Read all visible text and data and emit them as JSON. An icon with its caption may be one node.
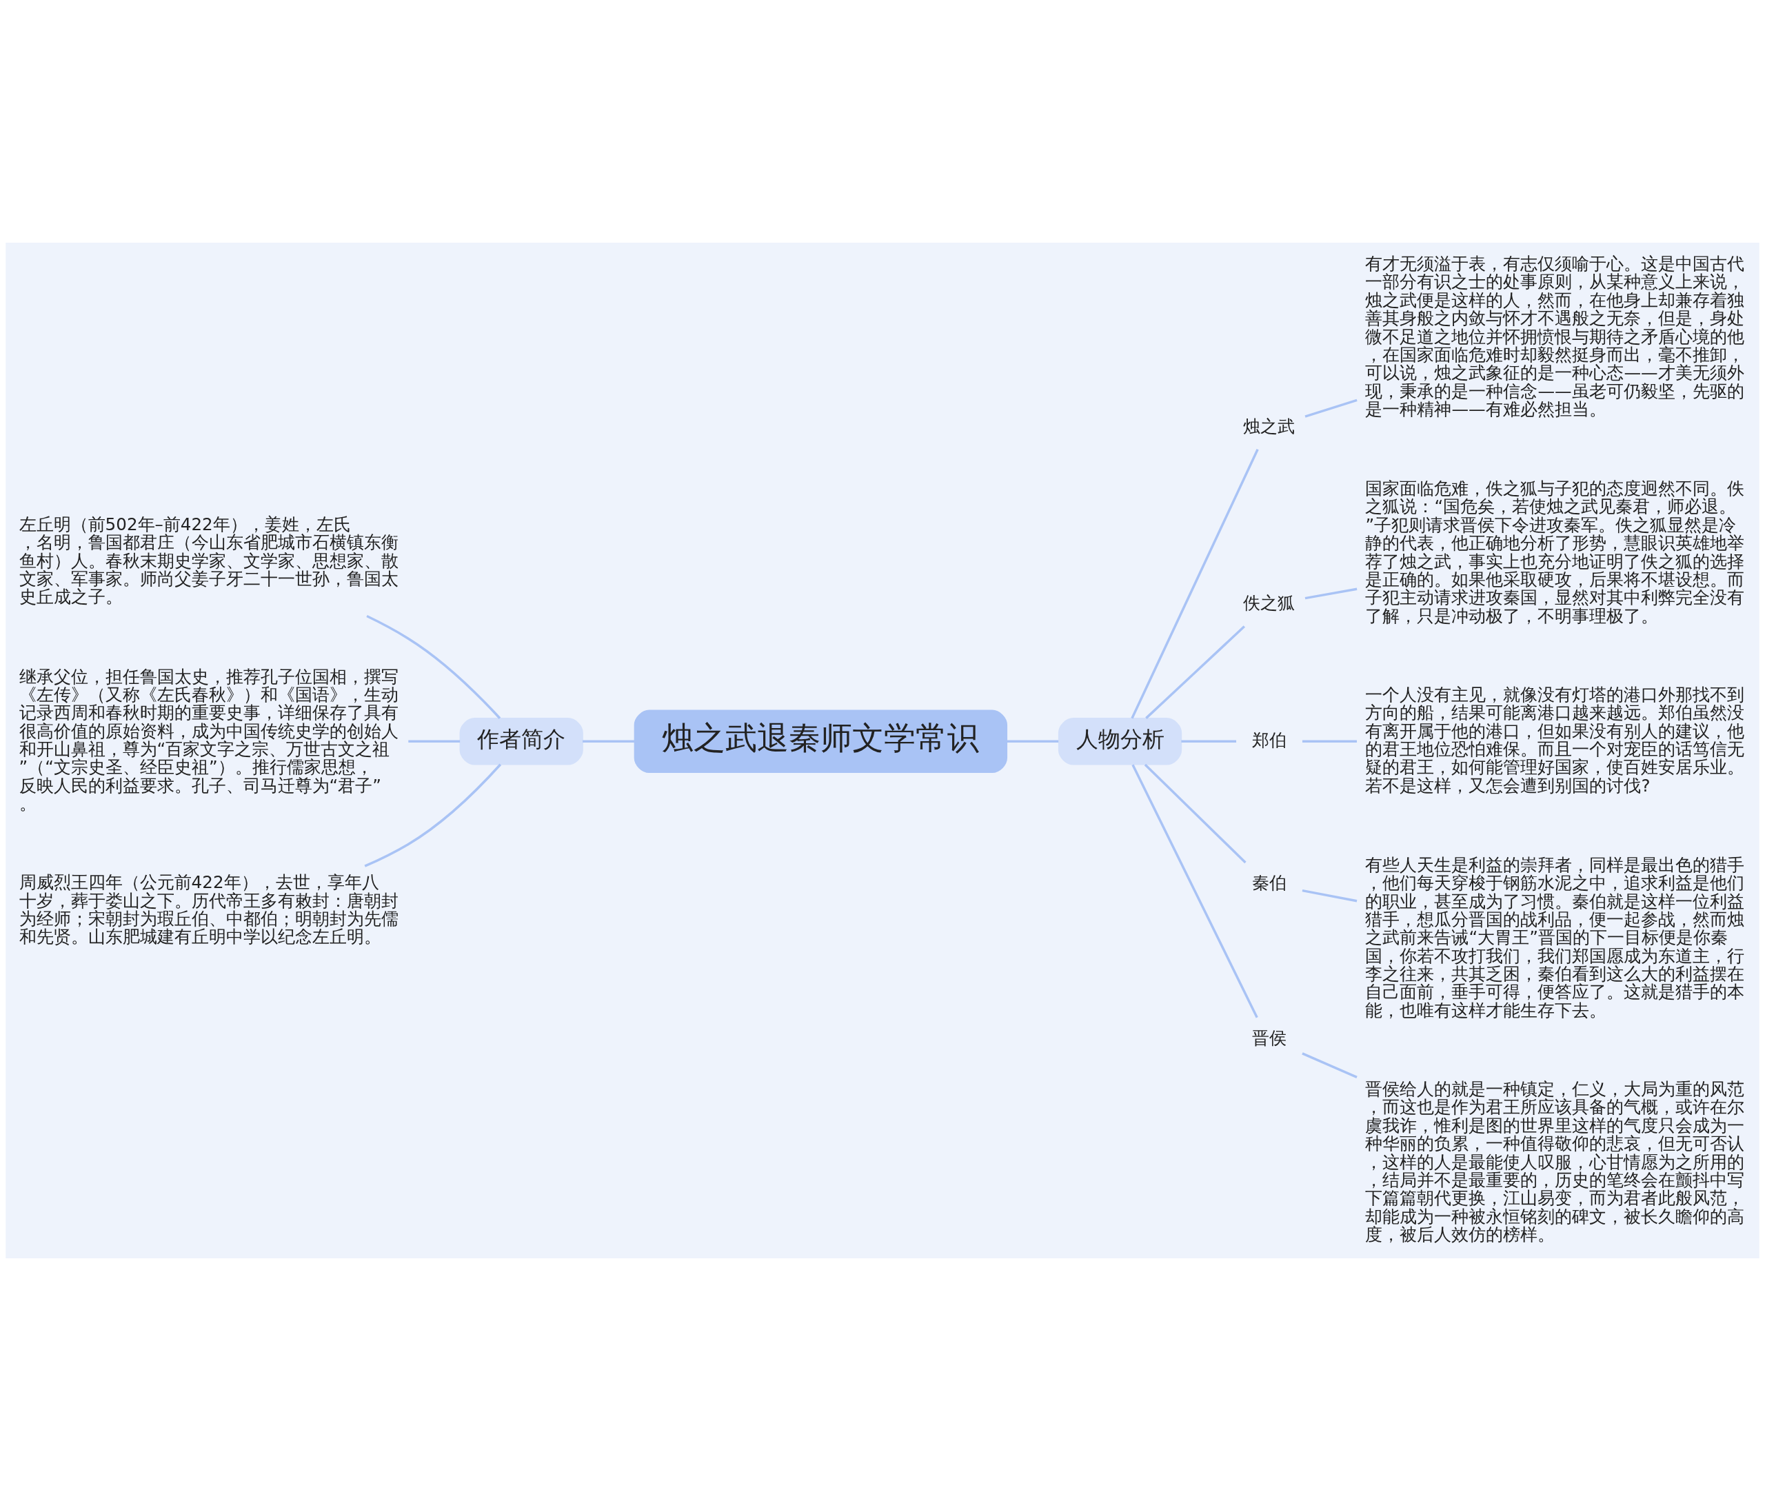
{
  "diagram": {
    "nodes": [
      {
        "text": [
          "烛之武退秦师文学常识"
        ]
      },
      {
        "text": [
          "作者简介"
        ]
      },
      {
        "text": [
          "左丘明（前502年–前422年），姜姓，左氏，名明，鲁国都君庄（今山东省肥城市石横镇东衡鱼村）人。春秋末期史学家、文学家、思想家、散文家、军事家。师尚父姜子牙二十一世孙，鲁国太史丘成之子。"
        ]
      },
      {
        "text": [
          "继承父位，担任鲁国太史，推荐孔子位国相，撰写《左传》（又称《左氏春秋》）和《国语》，生动记录西周和春秋时期的重要史事，详细保存了具有很高价值的原始资料，成为中国传统史学的创始人和开山鼻祖，尊为“百家文字之宗、万世古文之祖”（“文宗史圣、经臣史祖”）。推行儒家思想，反映人民的利益要求。孔子、司马迁尊为“君子”。"
        ]
      },
      {
        "text": [
          "周威烈王四年（公元前422年），去世，享年八十岁，葬于娄山之下。历代帝王多有敕封：唐朝封为经师；宋朝封为瑕丘伯、中都伯；明朝封为先儒和先贤。山东肥城建有丘明中学以纪念左丘明。"
        ]
      },
      {
        "text": [
          "人物分析"
        ]
      },
      {
        "text": [
          "烛之武"
        ]
      },
      {
        "text": [
          "有才无须溢于表，有志仅须喻于心。这是中国古代一部分有识之士的处事原则，从某种意义上来说，烛之武便是这样的人，然而，在他身上却兼存着独善其身般之内敛与怀才不遇般之无奈，但是，身处微不足道之地位并怀拥愤恨与期待之矛盾心境的他，在国家面临危难时却毅然挺身而出，毫不推卸，可以说，烛之武象征的是一种心态——才美无须外现，秉承的是一种信念——虽老可仍毅坚，先驱的是一种精神——有难必然担当。"
        ]
      },
      {
        "text": [
          "佚之狐"
        ]
      },
      {
        "text": [
          "国家面临危难，佚之狐与子犯的态度迥然不同。佚之狐说：“国危矣，若使烛之武见秦君，师必退。”子犯则请求晋侯下令进攻秦军。佚之狐显然是冷静的代表，他正确地分析了形势，慧眼识英雄地举荐了烛之武，事实上也充分地证明了佚之狐的选择是正确的。如果他采取硬攻，后果将不堪设想。而子犯主动请求进攻秦国，显然对其中利弊完全没有了解，只是冲动极了，不明事理极了。"
        ]
      },
      {
        "text": [
          "郑伯"
        ]
      },
      {
        "text": [
          "一个人没有主见，就像没有灯塔的港口外那找不到方向的船，结果可能离港口越来越远。郑伯虽然没有离开属于他的港口，但如果没有别人的建议，他的君王地位恐怕难保。而且一个对宠臣的话笃信无疑的君王，如何能管理好国家，使百姓安居乐业。若不是这样，又怎会遭到别国的讨伐?"
        ]
      },
      {
        "text": [
          "秦伯"
        ]
      },
      {
        "text": [
          "有些人天生是利益的崇拜者，同样是最出色的猎手，他们每天穿梭于钢筋水泥之中，追求利益是他们的职业，甚至成为了习惯。秦伯就是这样一位利益猎手，想瓜分晋国的战利品，便一起参战，然而烛之武前来告诫“大胃王”晋国的下一目标便是你秦国，你若不攻打我们，我们郑国愿成为东道主，行李之往来，共其乏困，秦伯看到这么大的利益摆在自己面前，垂手可得，便答应了。这就是猎手的本能，也唯有这样才能生存下去。"
        ]
      },
      {
        "text": [
          "晋侯"
        ]
      },
      {
        "text": [
          "晋侯给人的就是一种镇定，仁义，大局为重的风范，而这也是作为君王所应该具备的气概，或许在尔虞我诈，惟利是图的世界里这样的气度只会成为一种华丽的负累，一种值得敬仰的悲哀，但无可否认，这样的人是最能使人叹服，心甘情愿为之所用的，结局并不是最重要的，历史的笔终会在颤抖中写下篇篇朝代更换，江山易变，而为君者此般风范，却能成为一种被永恒铭刻的碑文，被长久瞻仰的高度，被后人效仿的榜样。"
        ]
      }
    ],
    "edges": [
      {
        "from": 0,
        "to": 1,
        "arrow": "none"
      },
      {
        "from": 1,
        "to": 2,
        "arrow": "none"
      },
      {
        "from": 1,
        "to": 3,
        "arrow": "none"
      },
      {
        "from": 1,
        "to": 4,
        "arrow": "none"
      },
      {
        "from": 0,
        "to": 5,
        "arrow": "none"
      },
      {
        "from": 5,
        "to": 6,
        "arrow": "none"
      },
      {
        "from": 6,
        "to": 7,
        "arrow": "none"
      },
      {
        "from": 5,
        "to": 8,
        "arrow": "none"
      },
      {
        "from": 8,
        "to": 9,
        "arrow": "none"
      },
      {
        "from": 5,
        "to": 10,
        "arrow": "none"
      },
      {
        "from": 10,
        "to": 11,
        "arrow": "none"
      },
      {
        "from": 5,
        "to": 12,
        "arrow": "none"
      },
      {
        "from": 12,
        "to": 13,
        "arrow": "none"
      },
      {
        "from": 5,
        "to": 14,
        "arrow": "none"
      },
      {
        "from": 14,
        "to": 15,
        "arrow": "none"
      }
    ]
  }
}
